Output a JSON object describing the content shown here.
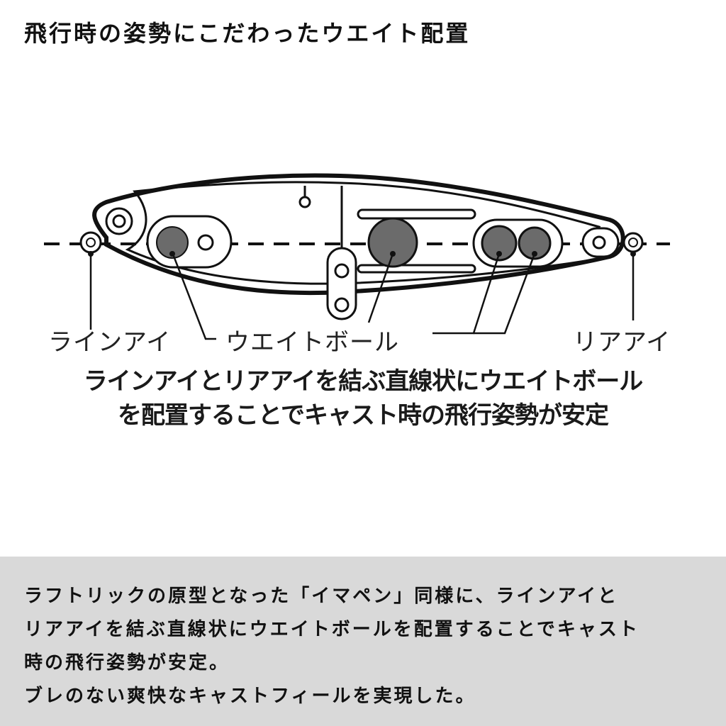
{
  "header": {
    "title": "飛行時の姿勢にこだわったウエイト配置"
  },
  "diagram": {
    "labels": {
      "line_eye": "ラインアイ",
      "weight_ball": "ウエイトボール",
      "rear_eye": "リアアイ"
    },
    "caption": {
      "line1": "ラインアイとリアアイを結ぶ直線状にウエイトボール",
      "line2": "を配置することでキャスト時の飛行姿勢が安定"
    },
    "colors": {
      "weight_ball": "#6b6b6b",
      "outline": "#111111"
    }
  },
  "description": {
    "lines": [
      "ラフトリックの原型となった「イマペン」同様に、ラインアイと",
      "リアアイを結ぶ直線状にウエイトボールを配置することでキャスト",
      "時の飛行姿勢が安定。",
      "ブレのない爽快なキャストフィールを実現した。"
    ],
    "background": "#d9d9d9"
  }
}
